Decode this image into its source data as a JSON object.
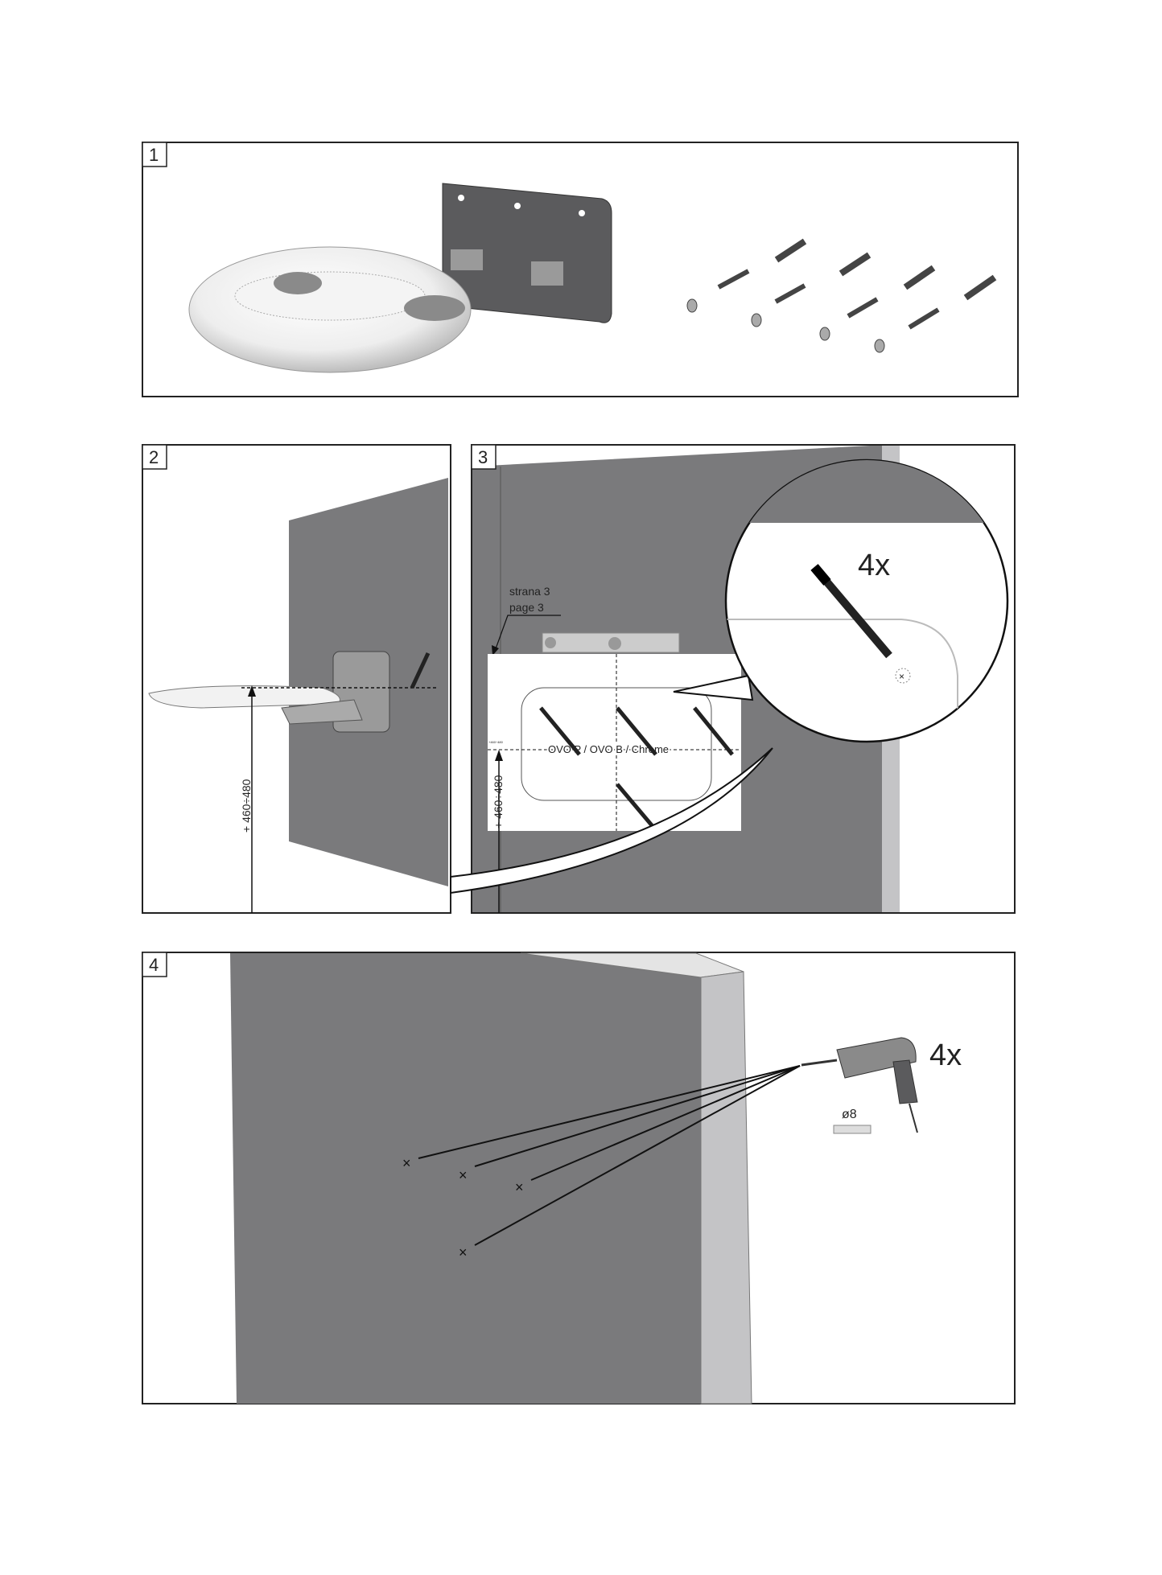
{
  "panels": [
    {
      "number": "1"
    },
    {
      "number": "2",
      "height_dimension": "+ 460÷480"
    },
    {
      "number": "3",
      "reference_cs": "strana 3",
      "reference_en": "page 3",
      "template_label": "OVO P / OVO B / Chrome",
      "height_dimension": "+ 460÷480",
      "small_dimension": "+460÷480",
      "count": "4x"
    },
    {
      "number": "4",
      "count": "4x",
      "drill_diameter": "ø8"
    }
  ],
  "colors": {
    "wall": "#7a7a7c",
    "wall_side": "#c4c4c6",
    "bracket": "#5b5b5d",
    "frame": "#222222"
  }
}
